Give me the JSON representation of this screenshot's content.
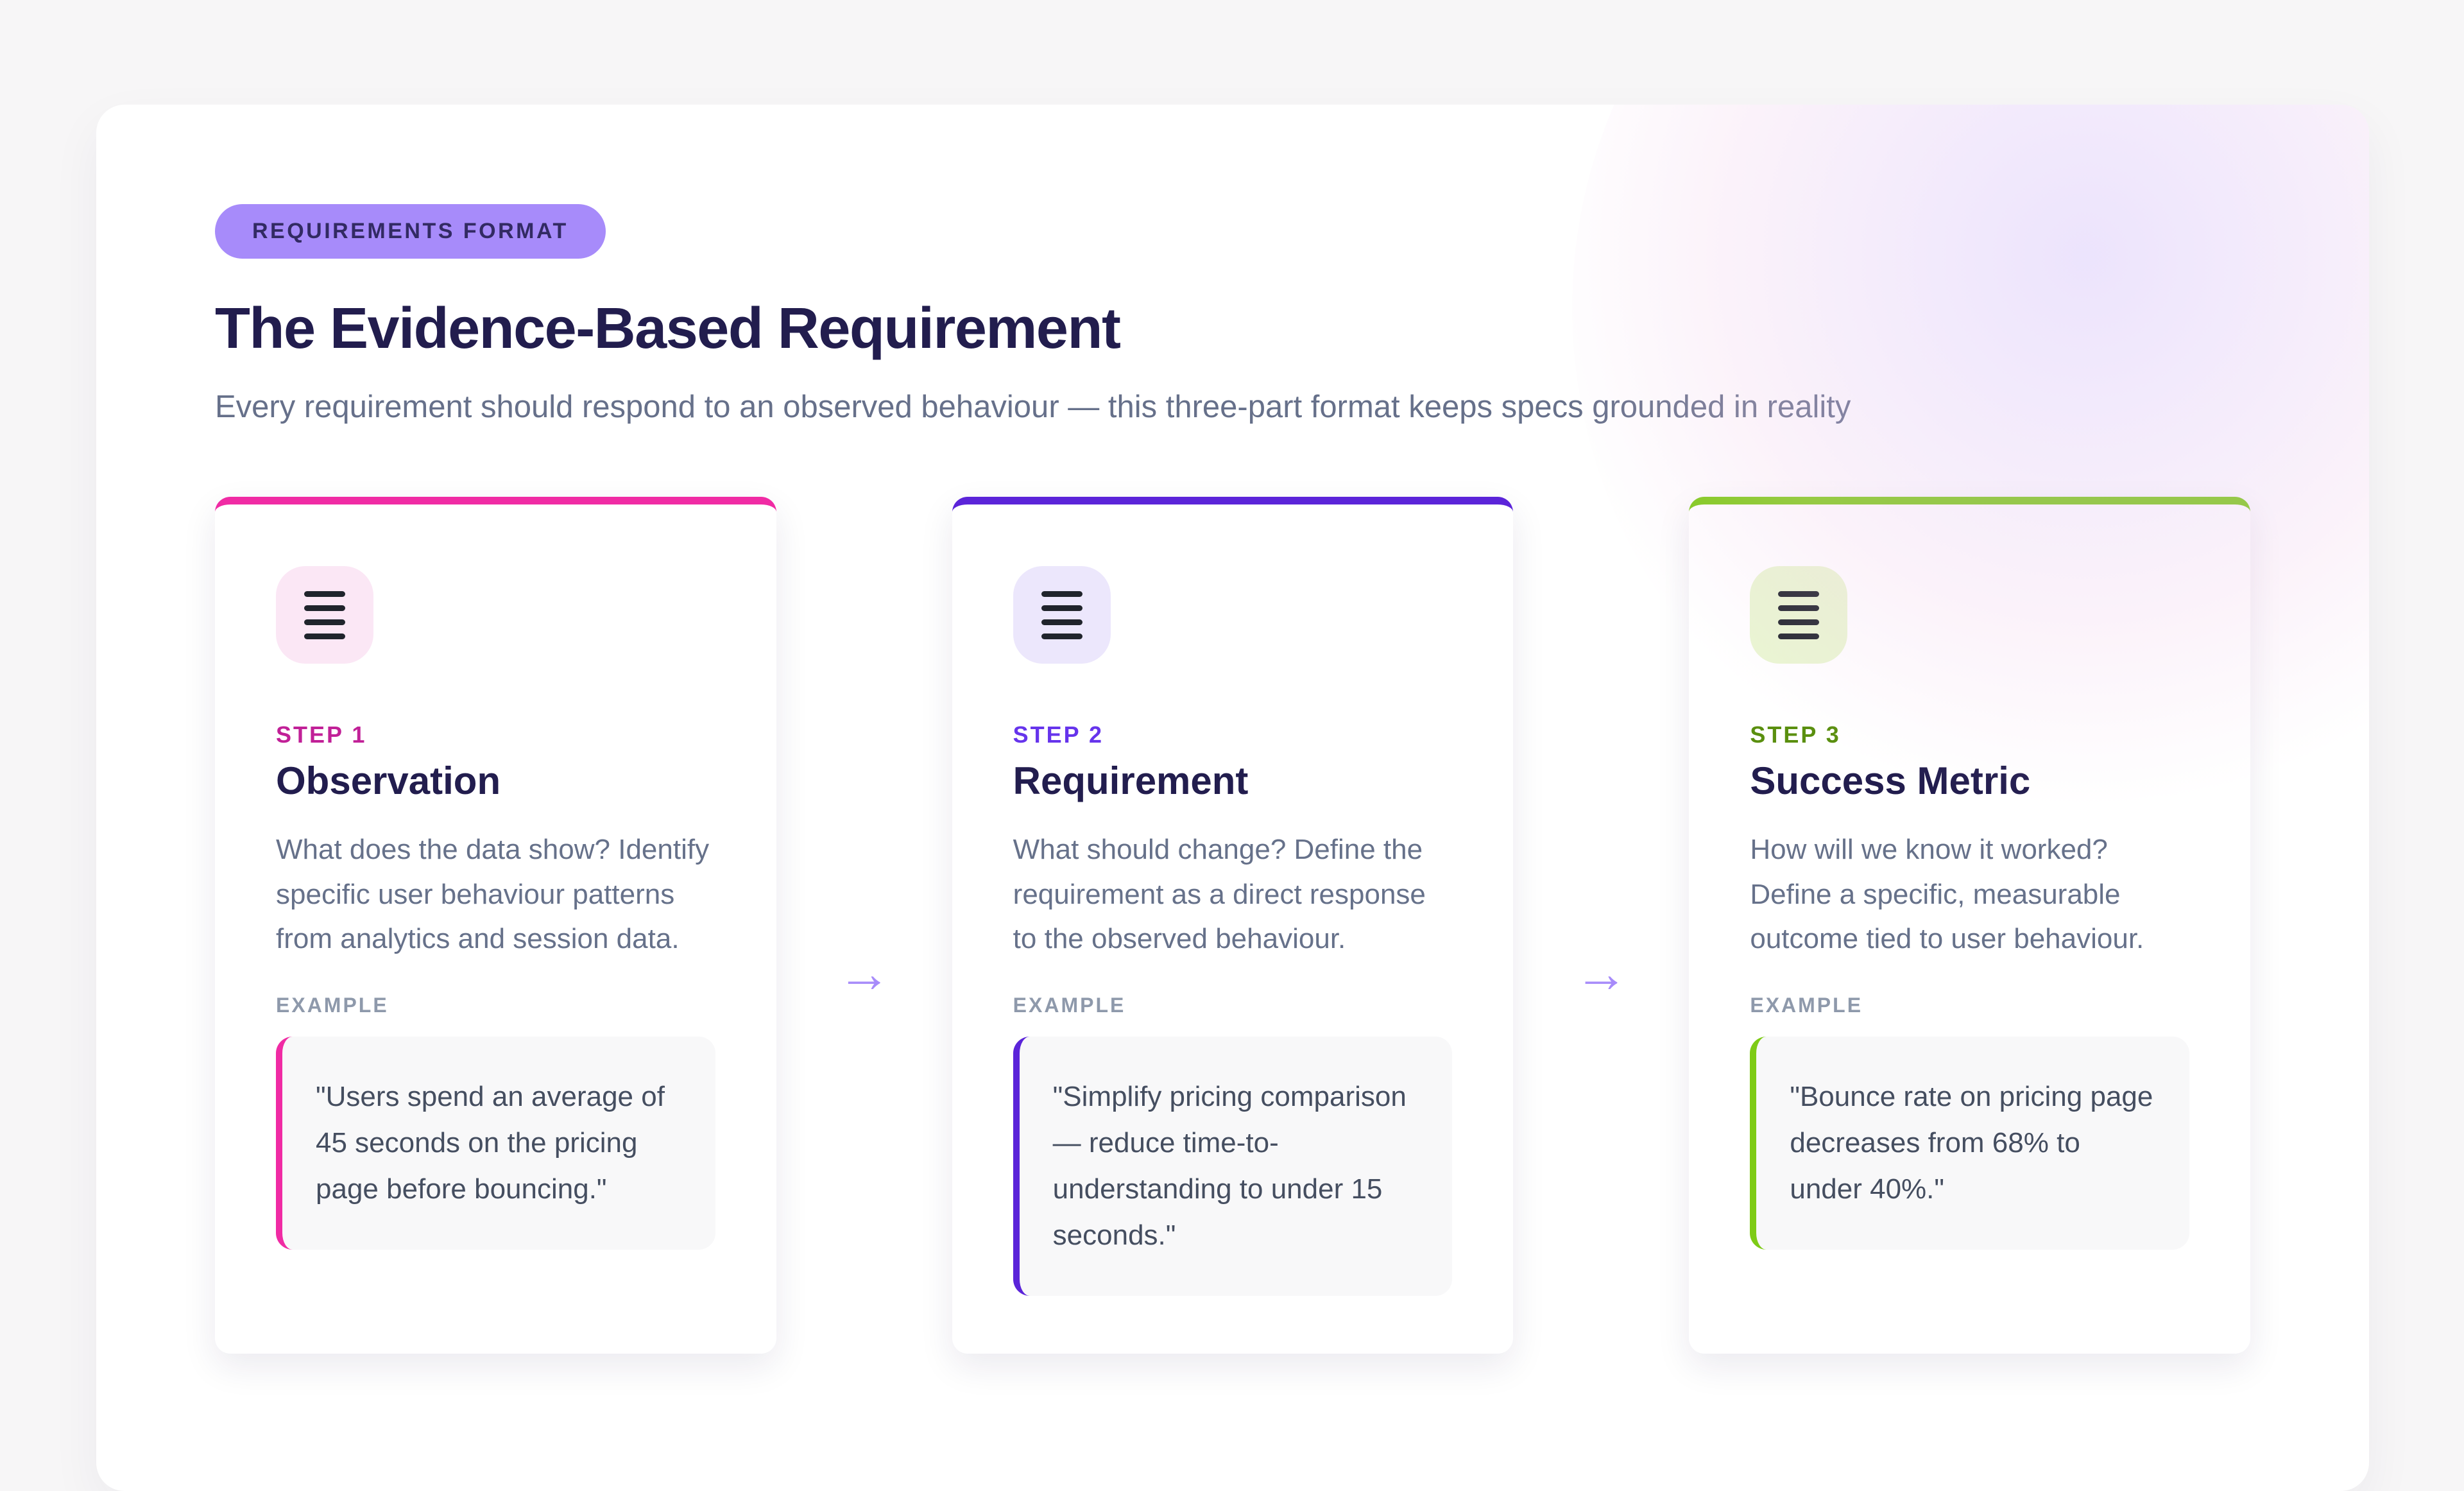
{
  "header": {
    "badge": "REQUIREMENTS FORMAT",
    "title": "The Evidence-Based Requirement",
    "subtitle": "Every requirement should respond to an observed behaviour — this three-part format keeps specs grounded in reality"
  },
  "arrow": {
    "glyph": "→",
    "color": "#a78bfa"
  },
  "colors": {
    "page_background": "#f7f6f7",
    "container_background": "#ffffff",
    "heading_text": "#221d4e",
    "body_text": "#66718a",
    "badge_background": "#a78bfa",
    "badge_text": "#322a63",
    "example_label_text": "#8e99ab",
    "example_box_background": "#f8f8f9"
  },
  "cards": [
    {
      "step": "STEP 1",
      "title": "Observation",
      "body": "What does the data show? Identify specific user behaviour patterns from analytics and session data.",
      "example_label": "EXAMPLE",
      "example": "\"Users spend an average of 45 seconds on the pricing page before bouncing.\"",
      "accent": "#f02ba4",
      "step_color": "#c12097",
      "icon_bg": "#fbe7f5",
      "icon": "list-lines-icon"
    },
    {
      "step": "STEP 2",
      "title": "Requirement",
      "body": "What should change? Define the requirement as a direct response to the observed behaviour.",
      "example_label": "EXAMPLE",
      "example": "\"Simplify pricing comparison — reduce time-to-understanding to under 15 seconds.\"",
      "accent": "#5b24d9",
      "step_color": "#6634ec",
      "icon_bg": "#ece7fc",
      "icon": "list-lines-icon"
    },
    {
      "step": "STEP 3",
      "title": "Success Metric",
      "body": "How will we know it worked? Define a specific, measurable outcome tied to user behaviour.",
      "example_label": "EXAMPLE",
      "example": "\"Bounce rate on pricing page decreases from 68% to under 40%.\"",
      "accent": "#7ecb16",
      "step_color": "#5a8f0f",
      "icon_bg": "#eaf6d2",
      "icon": "list-lines-icon"
    }
  ]
}
